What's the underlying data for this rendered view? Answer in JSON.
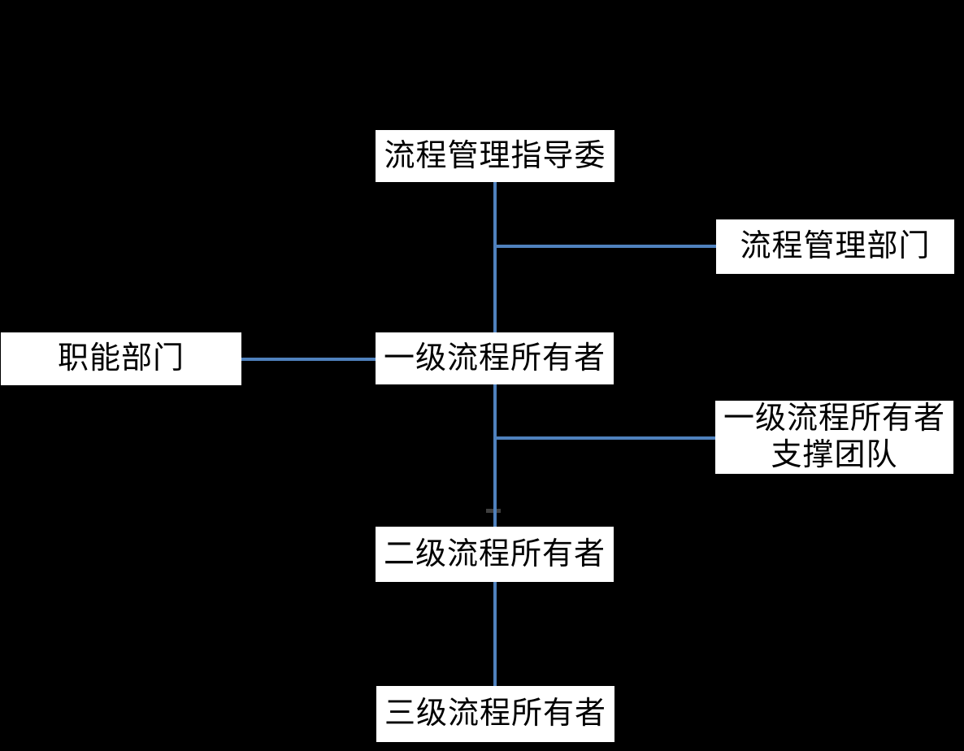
{
  "diagram": {
    "background_color": "#000000",
    "connector_color": "#4F81BD",
    "node_background_color": "#FFFFFF",
    "node_text_color": "#000000",
    "nodes": [
      {
        "id": "steering-committee",
        "label": "流程管理指导委"
      },
      {
        "id": "process-management-dept",
        "label": "流程管理部门"
      },
      {
        "id": "functional-dept",
        "label": "职能部门"
      },
      {
        "id": "level1-process-owner",
        "label": "一级流程所有者"
      },
      {
        "id": "level1-owner-support-team",
        "lines": [
          "一级流程所有者",
          "支撑团队"
        ]
      },
      {
        "id": "level2-process-owner",
        "label": "二级流程所有者"
      },
      {
        "id": "level3-process-owner",
        "label": "三级流程所有者"
      }
    ],
    "edges": [
      {
        "from": "steering-committee",
        "to": "level1-process-owner"
      },
      {
        "from": "steering-committee",
        "to": "process-management-dept"
      },
      {
        "from": "functional-dept",
        "to": "level1-process-owner"
      },
      {
        "from": "level1-process-owner",
        "to": "level1-owner-support-team"
      },
      {
        "from": "level1-process-owner",
        "to": "level2-process-owner"
      },
      {
        "from": "level2-process-owner",
        "to": "level3-process-owner"
      }
    ]
  }
}
